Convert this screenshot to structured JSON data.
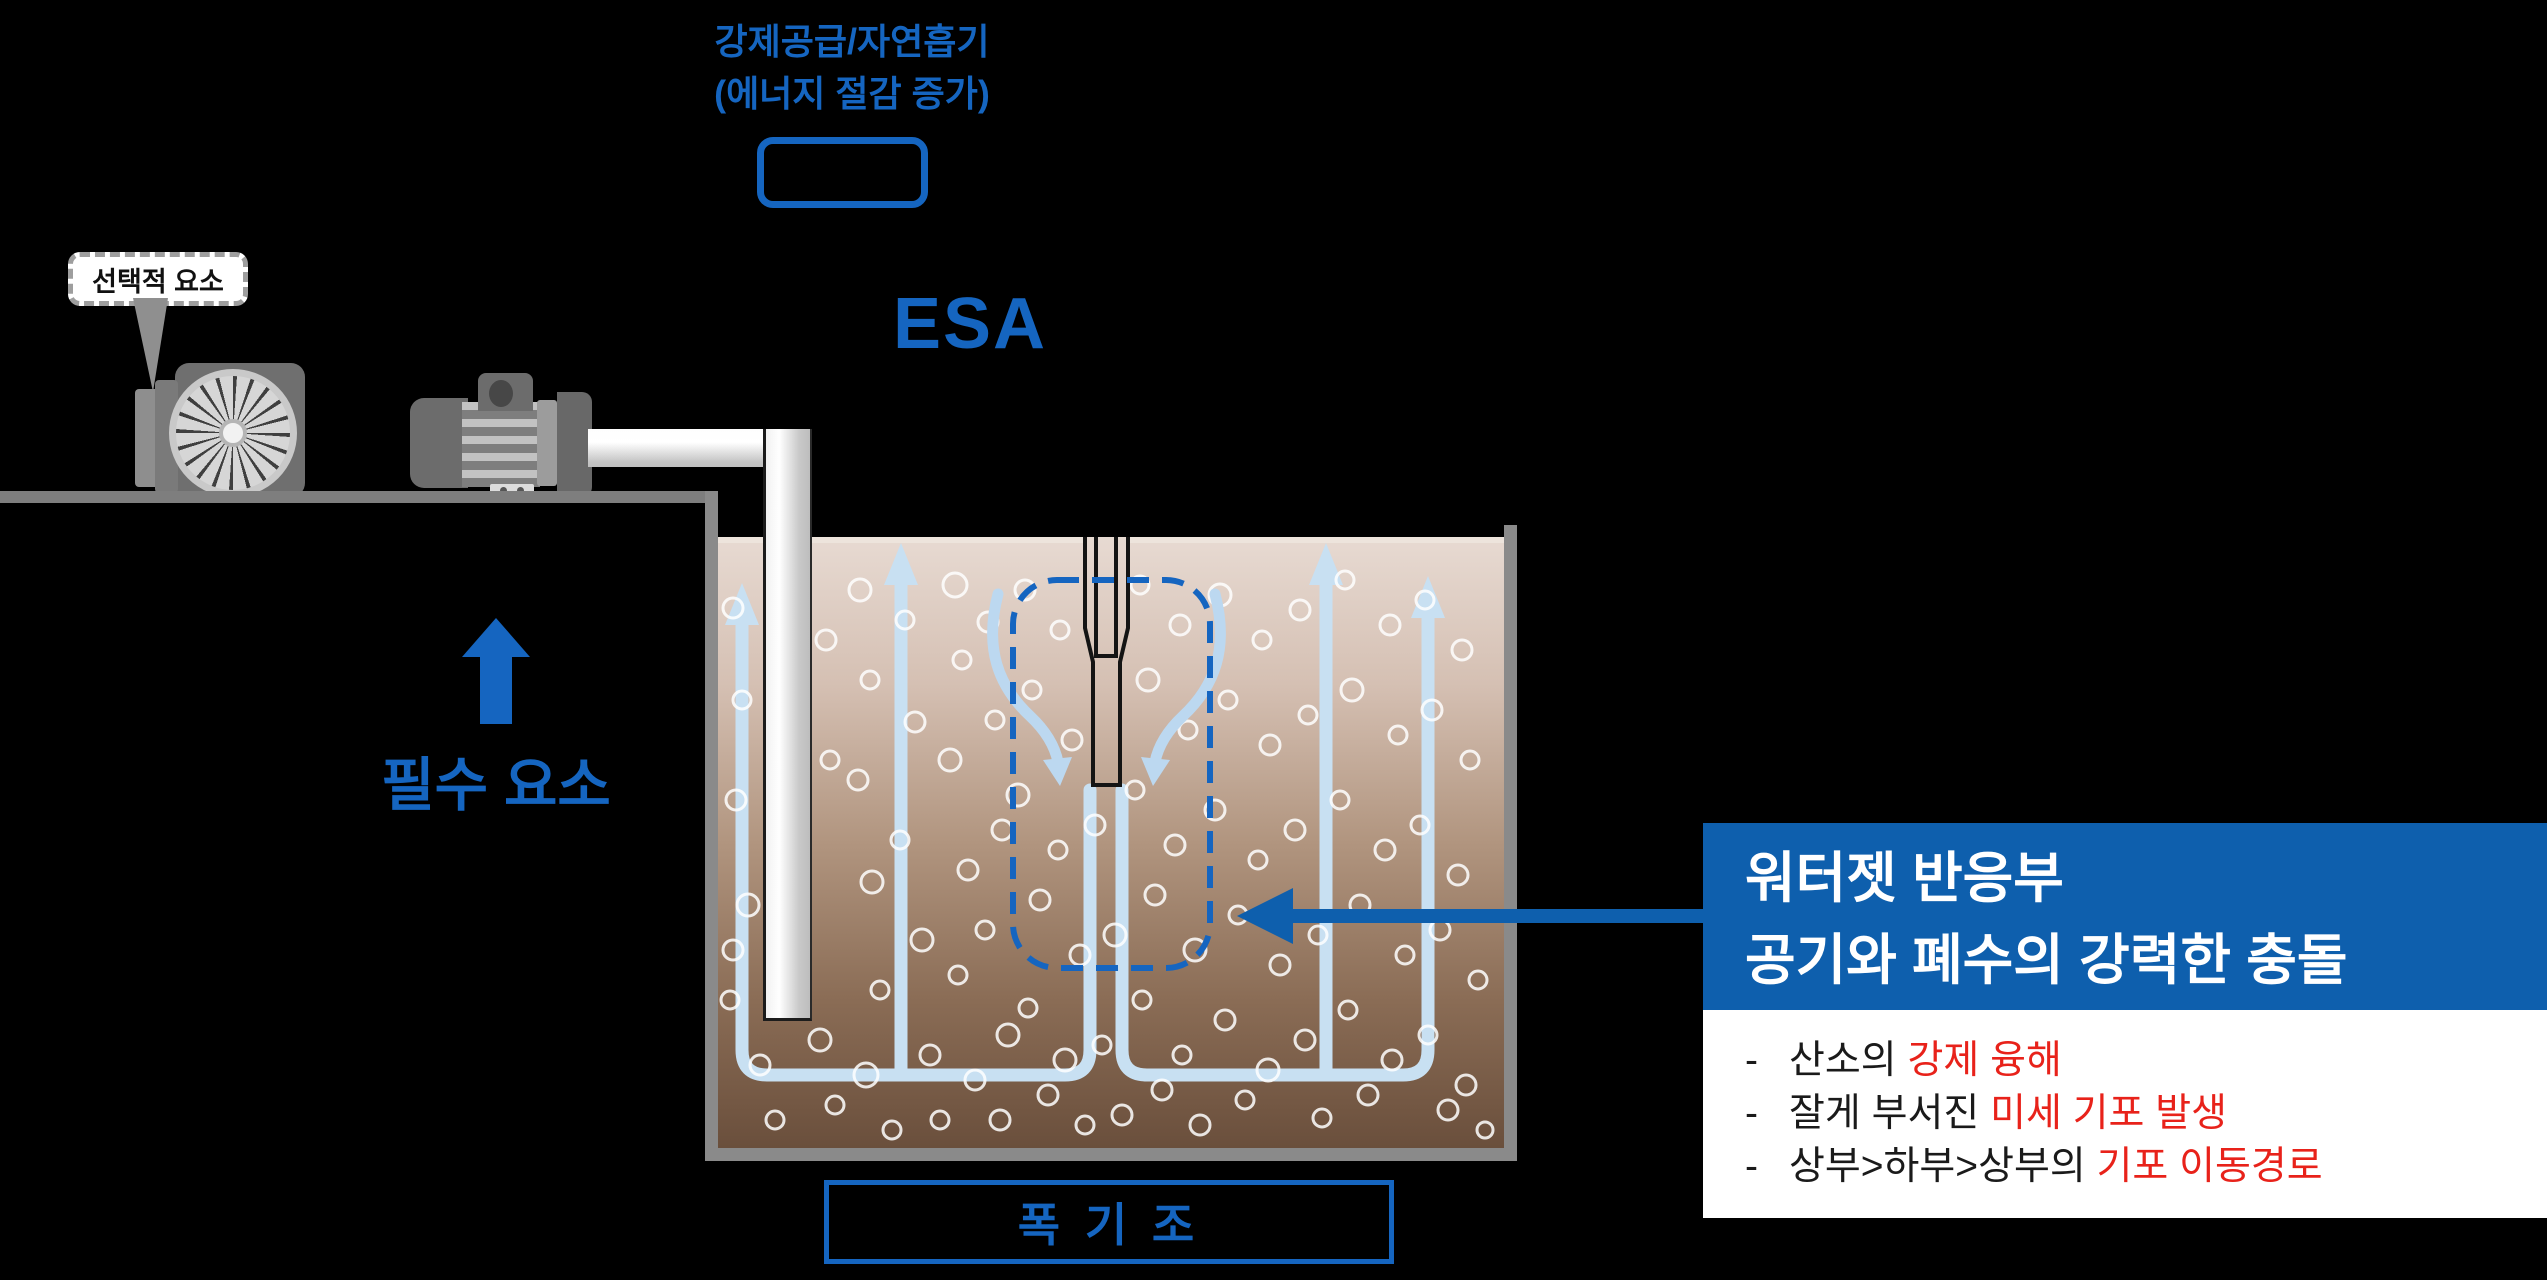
{
  "colors": {
    "background": "#000000",
    "accent_blue": "#1565C0",
    "deep_blue": "#0E5FAD",
    "highlight_red": "#E8221A",
    "flow_light_blue": "#C8E0F2",
    "water_top": "#E7DAD2",
    "water_bottom": "#6A4F3C",
    "wall_gray": "#8A8A8A"
  },
  "top_label": {
    "line1": "강제공급/자연흡기",
    "line2": "(에너지 절감 증가)"
  },
  "esa": {
    "label": "ESA"
  },
  "optional": {
    "label": "선택적 요소"
  },
  "essential": {
    "label": "필수 요소"
  },
  "tank": {
    "label": "폭 기 조"
  },
  "callout": {
    "title_line1": "워터젯 반응부",
    "title_line2": "공기와 폐수의 강력한 충돌",
    "bullets": [
      {
        "dash": "-",
        "plain": "산소의 ",
        "highlight": "강제 융해"
      },
      {
        "dash": "-",
        "plain": "잘게 부서진 ",
        "highlight": "미세 기포 발생"
      },
      {
        "dash": "-",
        "plain": "상부>하부>상부의 ",
        "highlight": "기포 이동경로"
      }
    ]
  },
  "icons": {
    "blower": "blower-fan-icon",
    "pump": "motor-pump-icon"
  },
  "bubbles": [
    [
      733,
      608,
      10
    ],
    [
      742,
      700,
      9
    ],
    [
      736,
      800,
      10
    ],
    [
      748,
      905,
      11
    ],
    [
      730,
      1000,
      9
    ],
    [
      760,
      1065,
      10
    ],
    [
      775,
      1120,
      9
    ],
    [
      826,
      640,
      10
    ],
    [
      830,
      760,
      9
    ],
    [
      733,
      950,
      10
    ],
    [
      820,
      1040,
      11
    ],
    [
      835,
      1105,
      9
    ],
    [
      860,
      590,
      11
    ],
    [
      870,
      680,
      9
    ],
    [
      858,
      780,
      10
    ],
    [
      872,
      882,
      11
    ],
    [
      880,
      990,
      9
    ],
    [
      866,
      1075,
      12
    ],
    [
      892,
      1130,
      9
    ],
    [
      905,
      620,
      9
    ],
    [
      915,
      722,
      10
    ],
    [
      900,
      840,
      9
    ],
    [
      922,
      940,
      11
    ],
    [
      930,
      1055,
      10
    ],
    [
      940,
      1120,
      9
    ],
    [
      955,
      585,
      12
    ],
    [
      962,
      660,
      9
    ],
    [
      950,
      760,
      11
    ],
    [
      968,
      870,
      10
    ],
    [
      958,
      975,
      9
    ],
    [
      975,
      1080,
      10
    ],
    [
      988,
      622,
      10
    ],
    [
      995,
      720,
      9
    ],
    [
      1002,
      830,
      10
    ],
    [
      985,
      930,
      9
    ],
    [
      1008,
      1035,
      11
    ],
    [
      1000,
      1120,
      10
    ],
    [
      1025,
      590,
      10
    ],
    [
      1032,
      690,
      9
    ],
    [
      1018,
      795,
      11
    ],
    [
      1040,
      900,
      10
    ],
    [
      1028,
      1008,
      9
    ],
    [
      1048,
      1095,
      10
    ],
    [
      1060,
      630,
      9
    ],
    [
      1072,
      740,
      10
    ],
    [
      1058,
      850,
      9
    ],
    [
      1080,
      955,
      10
    ],
    [
      1065,
      1060,
      11
    ],
    [
      1085,
      1125,
      9
    ],
    [
      1100,
      600,
      10
    ],
    [
      1108,
      710,
      9
    ],
    [
      1095,
      825,
      10
    ],
    [
      1115,
      935,
      11
    ],
    [
      1102,
      1045,
      9
    ],
    [
      1122,
      1115,
      10
    ],
    [
      1140,
      585,
      9
    ],
    [
      1148,
      680,
      11
    ],
    [
      1135,
      790,
      9
    ],
    [
      1155,
      895,
      10
    ],
    [
      1142,
      1000,
      9
    ],
    [
      1162,
      1090,
      10
    ],
    [
      1180,
      625,
      10
    ],
    [
      1188,
      730,
      9
    ],
    [
      1175,
      845,
      10
    ],
    [
      1195,
      950,
      11
    ],
    [
      1182,
      1055,
      9
    ],
    [
      1200,
      1125,
      10
    ],
    [
      1220,
      595,
      11
    ],
    [
      1228,
      700,
      9
    ],
    [
      1215,
      810,
      10
    ],
    [
      1238,
      915,
      9
    ],
    [
      1225,
      1020,
      10
    ],
    [
      1245,
      1100,
      9
    ],
    [
      1262,
      640,
      9
    ],
    [
      1270,
      745,
      10
    ],
    [
      1258,
      860,
      9
    ],
    [
      1280,
      965,
      10
    ],
    [
      1268,
      1070,
      11
    ],
    [
      1300,
      610,
      10
    ],
    [
      1308,
      715,
      9
    ],
    [
      1295,
      830,
      10
    ],
    [
      1318,
      935,
      9
    ],
    [
      1305,
      1040,
      10
    ],
    [
      1322,
      1118,
      9
    ],
    [
      1345,
      580,
      9
    ],
    [
      1352,
      690,
      11
    ],
    [
      1340,
      800,
      9
    ],
    [
      1360,
      905,
      10
    ],
    [
      1348,
      1010,
      9
    ],
    [
      1368,
      1095,
      10
    ],
    [
      1390,
      625,
      10
    ],
    [
      1398,
      735,
      9
    ],
    [
      1385,
      850,
      10
    ],
    [
      1405,
      955,
      9
    ],
    [
      1392,
      1060,
      10
    ],
    [
      1425,
      600,
      9
    ],
    [
      1432,
      710,
      10
    ],
    [
      1420,
      825,
      9
    ],
    [
      1440,
      930,
      10
    ],
    [
      1428,
      1035,
      9
    ],
    [
      1448,
      1110,
      10
    ],
    [
      1462,
      650,
      10
    ],
    [
      1470,
      760,
      9
    ],
    [
      1458,
      875,
      10
    ],
    [
      1478,
      980,
      9
    ],
    [
      1466,
      1085,
      10
    ],
    [
      1485,
      1130,
      8
    ]
  ]
}
